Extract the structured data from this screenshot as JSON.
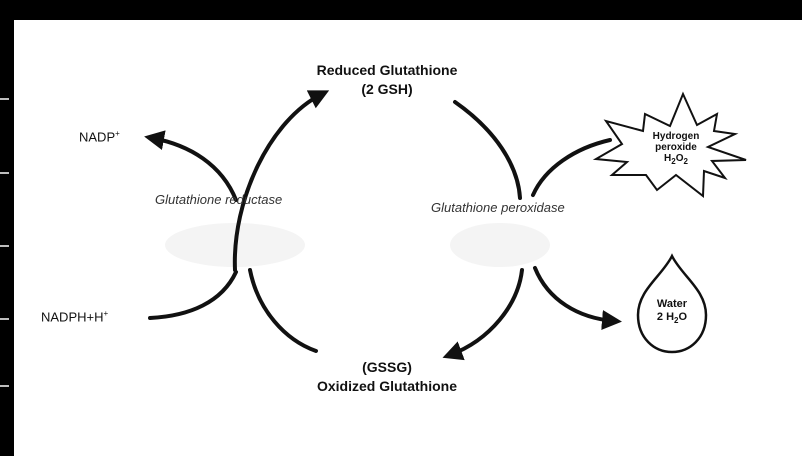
{
  "reduced": {
    "title": "Reduced Glutathione",
    "abbr": "(2 GSH)"
  },
  "oxidized": {
    "abbr": "(GSSG)",
    "title": "Oxidized Glutathione"
  },
  "enzymes": {
    "reductase": "Glutathione reductase",
    "peroxidase": "Glutathione peroxidase"
  },
  "cofactors": {
    "nadp_base": "NADP",
    "nadp_sup": "+",
    "nadph_base": "NADPH+H",
    "nadph_sup": "+"
  },
  "peroxide": {
    "line1": "Hydrogen",
    "line2": "peroxide",
    "formula_h": "H",
    "formula_h_sub": "2",
    "formula_o": "O",
    "formula_o_sub": "2"
  },
  "water": {
    "line1": "Water",
    "formula_pre": "2 H",
    "formula_sub": "2",
    "formula_post": "O"
  },
  "colors": {
    "background": "#000000",
    "panel": "#ffffff",
    "ink": "#111111"
  }
}
